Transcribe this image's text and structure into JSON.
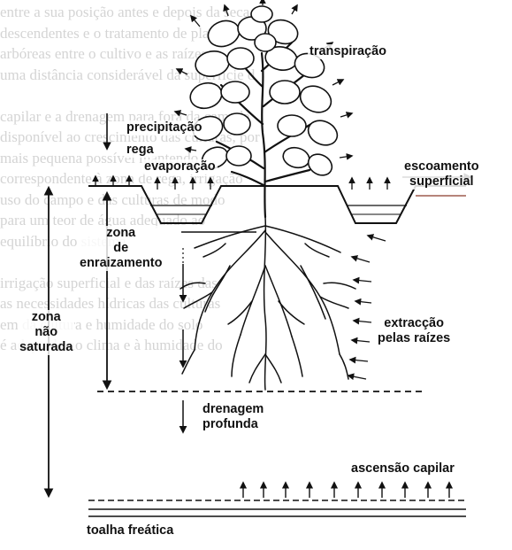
{
  "labels": {
    "transpiracao": "transpiração",
    "precipitacao": "precipitação",
    "rega": "rega",
    "evaporacao": "evaporação",
    "escoamento_line1": "escoamento",
    "escoamento_line2": "superficial",
    "zona_enraizamento_line1": "zona",
    "zona_enraizamento_line2": "de",
    "zona_enraizamento_line3": "enraizamento",
    "zona_nao_saturada_line1": "zona",
    "zona_nao_saturada_line2": "não",
    "zona_nao_saturada_line3": "saturada",
    "extraccao_line1": "extracção",
    "extraccao_line2": "pelas raízes",
    "drenagem_line1": "drenagem",
    "drenagem_line2": "profunda",
    "ascensao_capilar": "ascensão capilar",
    "toalha_freatica": "toalha freática"
  },
  "background_text": [
    "entre a sua posição antes e depois da seca",
    "descendentes e o tratamento de plantas",
    "arbóreas entre o cultivo e as raízes",
    "uma distância considerável da superfície d",
    "",
    "capilar e a drenagem para fora da camada",
    "disponível ao crescimento das culturas, por",
    "mais pequena possível mantendo o nível",
    "correspondente à zona de rega, irrigação",
    "uso do campo e das culturas de modo",
    "para um teor de água adequado ao",
    "equilíbrio do sistema",
    "",
    "irrigação superficial e das raízes das",
    "as necessidades hídricas das culturas",
    "em da cultura e humidade do solo",
    "é adaptado ao clima e à humidade do",
    "",
    "",
    "",
    "",
    "",
    "",
    ""
  ],
  "colors": {
    "ink": "#111111",
    "background_text": "#d4d4d4",
    "accent_line": "#8b3a2a"
  }
}
